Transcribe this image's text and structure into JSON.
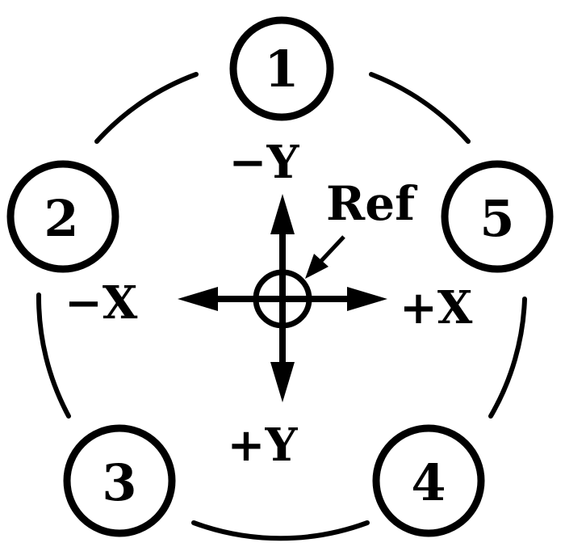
{
  "nodes": [
    {
      "id": "1",
      "label": "1"
    },
    {
      "id": "2",
      "label": "2"
    },
    {
      "id": "3",
      "label": "3"
    },
    {
      "id": "4",
      "label": "4"
    },
    {
      "id": "5",
      "label": "5"
    }
  ],
  "axes": {
    "neg_y": "−Y",
    "pos_y": "+Y",
    "neg_x": "−X",
    "pos_x": "+X"
  },
  "reference": {
    "label": "Ref"
  },
  "colors": {
    "ink": "#000000",
    "background": "#ffffff"
  }
}
